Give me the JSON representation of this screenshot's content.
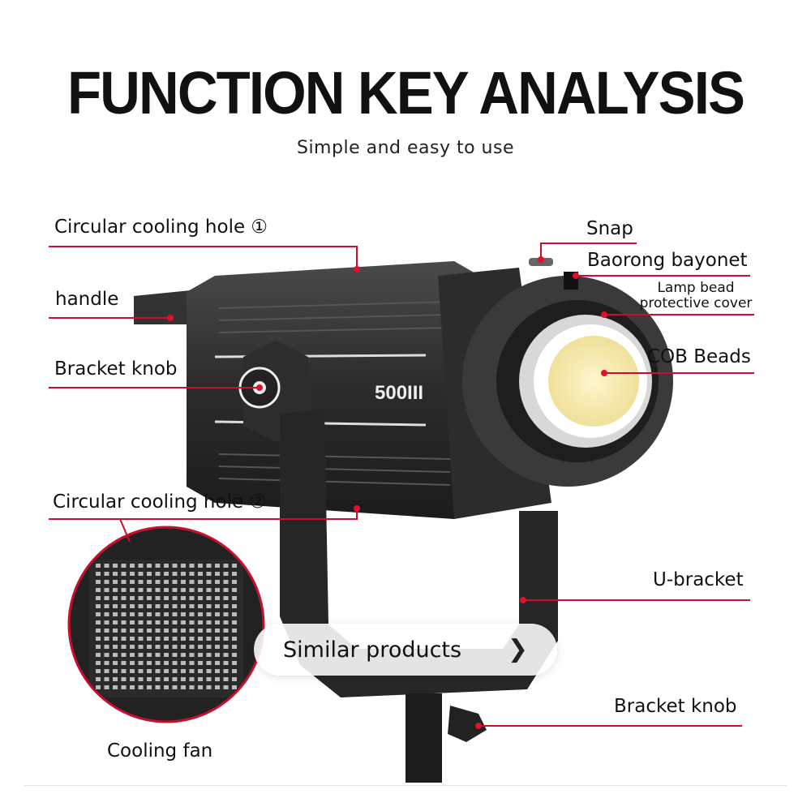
{
  "header": {
    "title": "FUNCTION KEY ANALYSIS",
    "subtitle": "Simple and easy to use"
  },
  "product": {
    "model_label": "500III"
  },
  "labels": {
    "cooling_hole_1": "Circular cooling hole ①",
    "handle": "handle",
    "bracket_knob_left": "Bracket knob",
    "cooling_hole_2": "Circular cooling hole ②",
    "cooling_fan": "Cooling fan",
    "snap": "Snap",
    "bayonet": "Baorong bayonet",
    "cover_line1": "Lamp bead",
    "cover_line2": "protective cover",
    "cob": "COB Beads",
    "u_bracket": "U-bracket",
    "bracket_knob_right": "Bracket knob"
  },
  "overlay": {
    "similar_products": "Similar products"
  },
  "colors": {
    "leader": "#c8102e",
    "body": "#2a2a2a"
  }
}
